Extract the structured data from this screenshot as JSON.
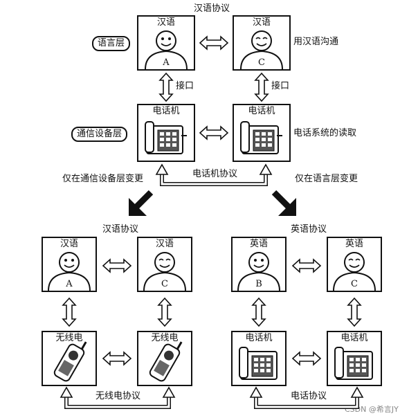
{
  "top": {
    "protocol_title": "汉语协议",
    "left_person": {
      "lang": "汉语",
      "letter": "A"
    },
    "right_person": {
      "lang": "汉语",
      "letter": "C"
    },
    "language_layer_label": "语言层",
    "language_note": "用汉语沟通",
    "interface_left": "接口",
    "interface_right": "接口",
    "left_device": "电话机",
    "right_device": "电话机",
    "device_layer_label": "通信设备层",
    "device_note": "电话系统的读取",
    "device_protocol": "电话机协议"
  },
  "branches": {
    "left_caption": "仅在通信设备层变更",
    "right_caption": "仅在语言层变更"
  },
  "bottom_left": {
    "protocol_title": "汉语协议",
    "left_person": {
      "lang": "汉语",
      "letter": "A"
    },
    "right_person": {
      "lang": "汉语",
      "letter": "C"
    },
    "left_device": "无线电",
    "right_device": "无线电",
    "device_protocol": "无线电协议"
  },
  "bottom_right": {
    "protocol_title": "英语协议",
    "left_person": {
      "lang": "英语",
      "letter": "B"
    },
    "right_person": {
      "lang": "英语",
      "letter": "C"
    },
    "left_device": "电话机",
    "right_device": "电话机",
    "device_protocol": "电话协议"
  },
  "watermark": "CSDN @希言JY"
}
